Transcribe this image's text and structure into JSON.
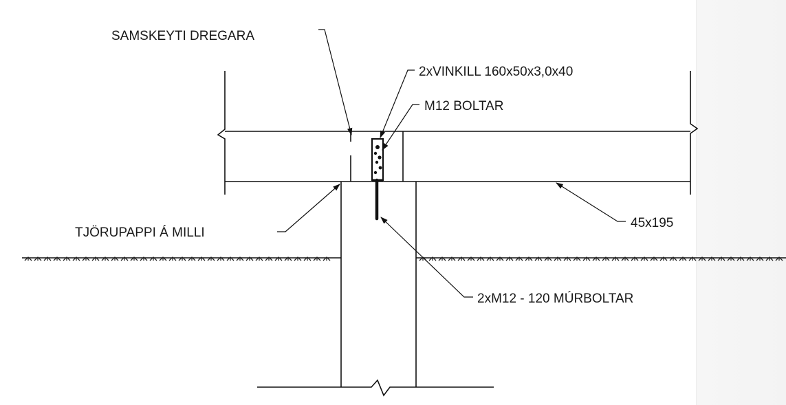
{
  "labels": {
    "joint": "SAMSKEYTI DREGARA",
    "angle": "2xVINKILL 160x50x3,0x40",
    "bolts": "M12 BOLTAR",
    "tarpaper": "TJÖRUPAPPI Á MILLI",
    "beam": "45x195",
    "anchor": "2xM12 - 120 MÚRBOLTAR"
  }
}
